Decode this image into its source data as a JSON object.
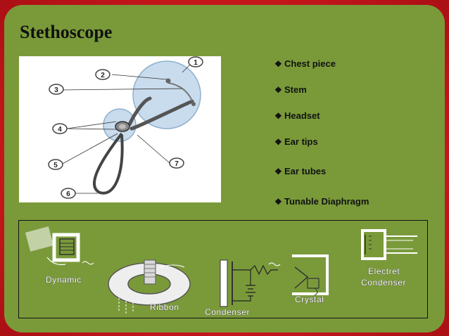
{
  "slide": {
    "title": "Stethoscope",
    "frame_color": "#c4161c",
    "background_color": "#7a9a3a"
  },
  "diagram": {
    "callouts": [
      "1",
      "2",
      "3",
      "4",
      "5",
      "6",
      "7"
    ]
  },
  "bullets": [
    {
      "icon": "diamond-bullet-icon",
      "text": "Chest piece"
    },
    {
      "icon": "diamond-bullet-icon",
      "text": "Stem"
    },
    {
      "icon": "diamond-bullet-icon",
      "text": "Headset"
    },
    {
      "icon": "diamond-bullet-icon",
      "text": "Ear tips"
    },
    {
      "icon": "diamond-bullet-icon",
      "text": "Ear tubes"
    },
    {
      "icon": "diamond-bullet-icon",
      "text": "Tunable Diaphragm"
    }
  ],
  "microphones": {
    "labels": [
      "Dynamic",
      "Ribbon",
      "Condenser",
      "Crystal",
      "Electret",
      "Condenser"
    ]
  }
}
